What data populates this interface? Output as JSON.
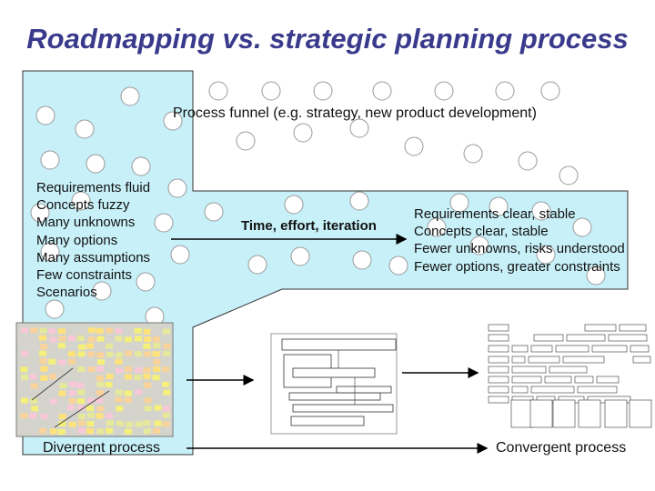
{
  "slide": {
    "title": "Roadmapping vs. strategic planning process",
    "funnel_label": "Process funnel (e.g. strategy, new product development)",
    "left_items": [
      "Requirements fluid",
      "Concepts fuzzy",
      "Many unknowns",
      "Many options",
      "Many assumptions",
      "Few constraints",
      "Scenarios"
    ],
    "right_items": [
      "Requirements clear, stable",
      "Concepts clear, stable",
      "Fewer unknowns, risks understood",
      "Fewer options, greater constraints"
    ],
    "arrow_label": "Time, effort, iteration",
    "divergent_caption": "Divergent process",
    "convergent_caption": "Convergent process"
  },
  "colors": {
    "title": "#3a3a8c",
    "funnel_fill": "#c8f0f8",
    "funnel_stroke": "#333333",
    "bubble_fill": "#ffffff"
  }
}
